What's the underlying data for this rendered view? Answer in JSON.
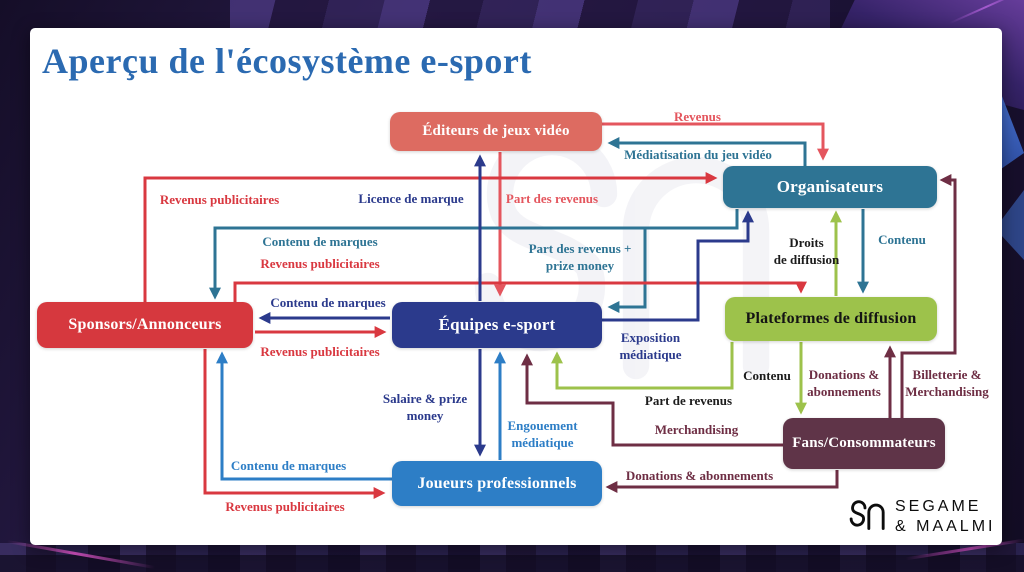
{
  "slide": {
    "title": "Aperçu de l'écosystème e-sport"
  },
  "palette": {
    "title_blue": "#2b6ab1",
    "red": "#d93840",
    "pink_red": "#e4565e",
    "navy": "#2b3a8c",
    "teal": "#2e7494",
    "blue": "#2d7ec6",
    "green": "#9dc24b",
    "maroon": "#6e2e44",
    "black": "#1c1c1c"
  },
  "diagram": {
    "nodes": [
      {
        "id": "editeurs",
        "label": "Éditeurs de jeux vidéo",
        "color": "#dd6b61"
      },
      {
        "id": "organisateurs",
        "label": "Organisateurs",
        "color": "#2e7494"
      },
      {
        "id": "sponsors",
        "label": "Sponsors/Annonceurs",
        "color": "#d6383e"
      },
      {
        "id": "equipes",
        "label": "Équipes e-sport",
        "color": "#2b3a8c"
      },
      {
        "id": "plateformes",
        "label": "Plateformes de diffusion",
        "color": "#9dc24b"
      },
      {
        "id": "fans",
        "label": "Fans/Consommateurs",
        "color": "#5f3448"
      },
      {
        "id": "joueurs",
        "label": "Joueurs professionnels",
        "color": "#2d7ec6"
      }
    ],
    "edges": [
      {
        "label": "Revenus",
        "from": "editeurs",
        "to": "organisateurs",
        "color": "pink_red"
      },
      {
        "label": "Médiatisation du jeu vidéo",
        "from": "organisateurs",
        "to": "editeurs",
        "color": "teal"
      },
      {
        "label": "Revenus publicitaires",
        "from": "sponsors",
        "to": "organisateurs",
        "color": "red"
      },
      {
        "label": "Licence de marque",
        "from": "equipes",
        "to": "editeurs",
        "color": "navy"
      },
      {
        "label": "Part des revenus",
        "from": "editeurs",
        "to": "equipes",
        "color": "pink_red"
      },
      {
        "label": "Contenu de marques",
        "from": "organisateurs",
        "to": "sponsors",
        "color": "teal"
      },
      {
        "label": "Part des revenus +\nprize money",
        "from": "organisateurs",
        "to": "equipes",
        "color": "teal"
      },
      {
        "label": "Revenus publicitaires",
        "from": "sponsors",
        "to": "plateformes",
        "color": "red"
      },
      {
        "label": "Contenu de marques",
        "from": "equipes",
        "to": "sponsors",
        "color": "navy"
      },
      {
        "label": "Revenus publicitaires",
        "from": "sponsors",
        "to": "equipes",
        "color": "red"
      },
      {
        "label": "Exposition\nmédiatique",
        "from": "equipes",
        "to": "organisateurs",
        "color": "navy"
      },
      {
        "label": "Droits\nde diffusion",
        "from": "plateformes",
        "to": "organisateurs",
        "color": "green",
        "label_color": "black"
      },
      {
        "label": "Contenu",
        "from": "organisateurs",
        "to": "plateformes",
        "color": "teal"
      },
      {
        "label": "Billetterie &\nMerchandising",
        "from": "fans",
        "to": "organisateurs",
        "color": "maroon"
      },
      {
        "label": "Donations &\nabonnements",
        "from": "fans",
        "to": "plateformes",
        "color": "maroon"
      },
      {
        "label": "Contenu",
        "from": "plateformes",
        "to": "fans",
        "color": "green",
        "label_color": "black"
      },
      {
        "label": "Part de revenus",
        "from": "plateformes",
        "to": "equipes",
        "color": "green",
        "label_color": "black"
      },
      {
        "label": "Merchandising",
        "from": "fans",
        "to": "equipes",
        "color": "maroon"
      },
      {
        "label": "Salaire & prize\nmoney",
        "from": "equipes",
        "to": "joueurs",
        "color": "navy"
      },
      {
        "label": "Engouement\nmédiatique",
        "from": "joueurs",
        "to": "equipes",
        "color": "blue"
      },
      {
        "label": "Contenu de marques",
        "from": "joueurs",
        "to": "sponsors",
        "color": "blue"
      },
      {
        "label": "Revenus publicitaires",
        "from": "sponsors",
        "to": "joueurs",
        "color": "red"
      },
      {
        "label": "Donations & abonnements",
        "from": "fans",
        "to": "joueurs",
        "color": "maroon"
      }
    ]
  },
  "logo": {
    "line1": "SEGAME",
    "line2": "& MAALMI"
  }
}
